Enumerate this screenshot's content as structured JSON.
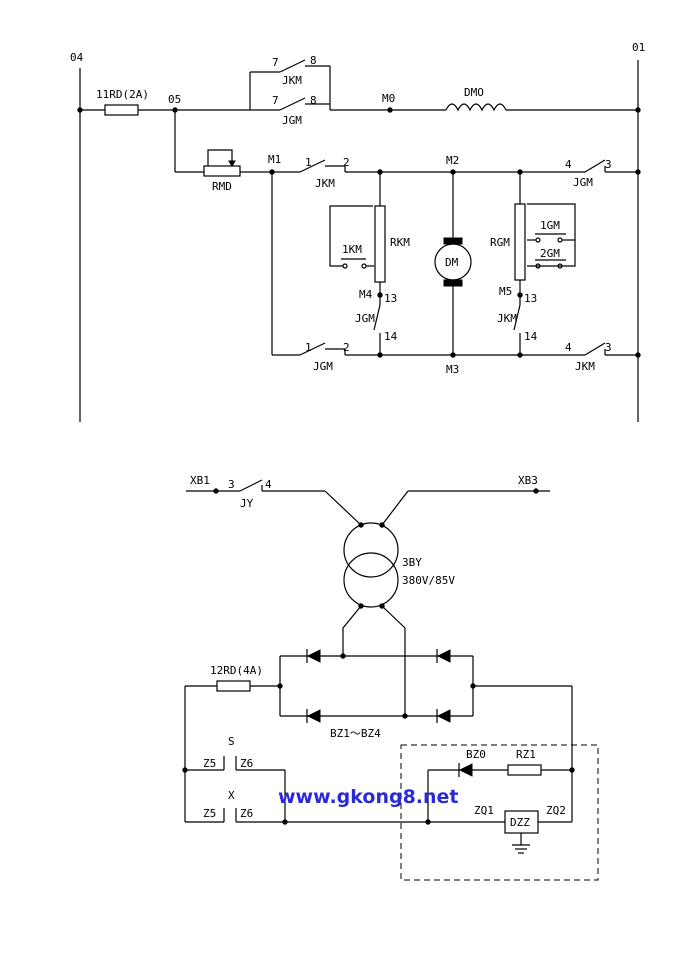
{
  "upper_circuit": {
    "node_04": "04",
    "node_01": "01",
    "fuse_11rd": "11RD(2A)",
    "node_05": "05",
    "node_m0": "M0",
    "coil_dmo": "DMO",
    "jkm_top": {
      "a": "7",
      "b": "8",
      "name": "JKM"
    },
    "jgm_top": {
      "a": "7",
      "b": "8",
      "name": "JGM"
    },
    "rmd": "RMD",
    "node_m1": "M1",
    "node_m2": "M2",
    "node_m3": "M3",
    "node_m4": "M4",
    "node_m5": "M5",
    "jkm_m1m2": {
      "a": "1",
      "b": "2",
      "name": "JKM"
    },
    "jgm_m2_01": {
      "a": "4",
      "b": "3",
      "name": "JGM"
    },
    "rkm": "RKM",
    "contact_1km": "1KM",
    "motor_dm": "DM",
    "rgm": "RGM",
    "contact_1gm": "1GM",
    "contact_2gm": "2GM",
    "jgm_m4": {
      "a": "13",
      "b": "14",
      "name": "JGM"
    },
    "jkm_m5": {
      "a": "13",
      "b": "14",
      "name": "JKM"
    },
    "jgm_bottom": {
      "a": "1",
      "b": "2",
      "name": "JGM"
    },
    "jkm_bottom": {
      "a": "4",
      "b": "3",
      "name": "JKM"
    }
  },
  "lower_circuit": {
    "xb1": "XB1",
    "xb3": "XB3",
    "jy": {
      "a": "3",
      "b": "4",
      "name": "JY"
    },
    "transformer": "3BY",
    "transformer_rating": "380V/85V",
    "fuse_12rd": "12RD(4A)",
    "bridge": "BZ1～BZ4",
    "button_s": "S",
    "button_x": "X",
    "z5_top": "Z5",
    "z6_top": "Z6",
    "z5_bottom": "Z5",
    "z6_bottom": "Z6",
    "diode_bz0": "BZ0",
    "resistor_rz1": "RZ1",
    "zq1": "ZQ1",
    "zq2": "ZQ2",
    "dzz": "DZZ"
  },
  "watermark": "www.gkong8.net"
}
